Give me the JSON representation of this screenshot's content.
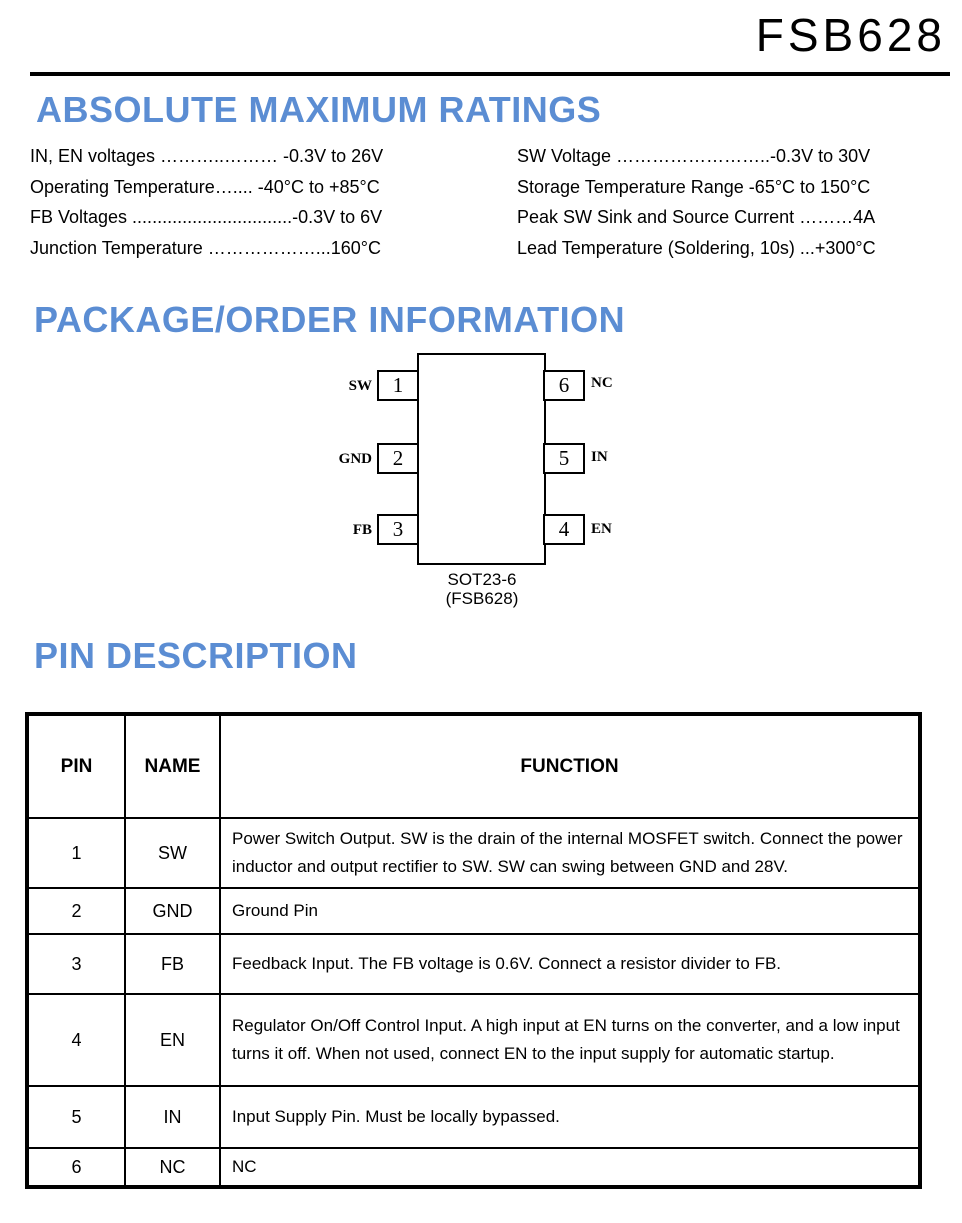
{
  "title": "FSB628",
  "colors": {
    "heading_blue": "#5b8dd3",
    "text": "#000000",
    "background": "#ffffff"
  },
  "abs_max": {
    "heading": "ABSOLUTE MAXIMUM RATINGS",
    "left": [
      "IN, EN voltages ………..……… -0.3V to 26V",
      "Operating Temperature….... -40°C to +85°C",
      "FB Voltages ................................-0.3V to 6V",
      "Junction Temperature ………………...160°C"
    ],
    "right": [
      "SW Voltage ……………………..-0.3V to 30V",
      "Storage Temperature Range -65°C to 150°C",
      "Peak SW Sink and Source Current ………4A",
      "Lead Temperature (Soldering, 10s) ...+300°C"
    ]
  },
  "package": {
    "heading": "PACKAGE/ORDER INFORMATION",
    "package_name": "SOT23-6",
    "package_part": "(FSB628)",
    "left_pins": [
      {
        "label": "SW",
        "number": "1"
      },
      {
        "label": "GND",
        "number": "2"
      },
      {
        "label": "FB",
        "number": "3"
      }
    ],
    "right_pins": [
      {
        "label": "NC",
        "number": "6"
      },
      {
        "label": "IN",
        "number": "5"
      },
      {
        "label": "EN",
        "number": "4"
      }
    ]
  },
  "pin_description": {
    "heading": "PIN DESCRIPTION",
    "headers": {
      "pin": "PIN",
      "name": "NAME",
      "function": "FUNCTION"
    },
    "rows": [
      {
        "pin": "1",
        "name": "SW",
        "function": "Power Switch Output. SW is the drain of the internal MOSFET switch. Connect the power inductor and output rectifier to SW. SW can swing between GND and 28V."
      },
      {
        "pin": "2",
        "name": "GND",
        "function": "Ground Pin"
      },
      {
        "pin": "3",
        "name": "FB",
        "function": "Feedback Input. The FB voltage is 0.6V. Connect a resistor divider to FB."
      },
      {
        "pin": "4",
        "name": "EN",
        "function": "Regulator On/Off Control Input. A high input at EN turns on the converter, and a low input turns it off. When not used, connect EN to the input supply for automatic startup."
      },
      {
        "pin": "5",
        "name": "IN",
        "function": "Input Supply Pin. Must be locally bypassed."
      },
      {
        "pin": "6",
        "name": "NC",
        "function": "NC"
      }
    ]
  }
}
